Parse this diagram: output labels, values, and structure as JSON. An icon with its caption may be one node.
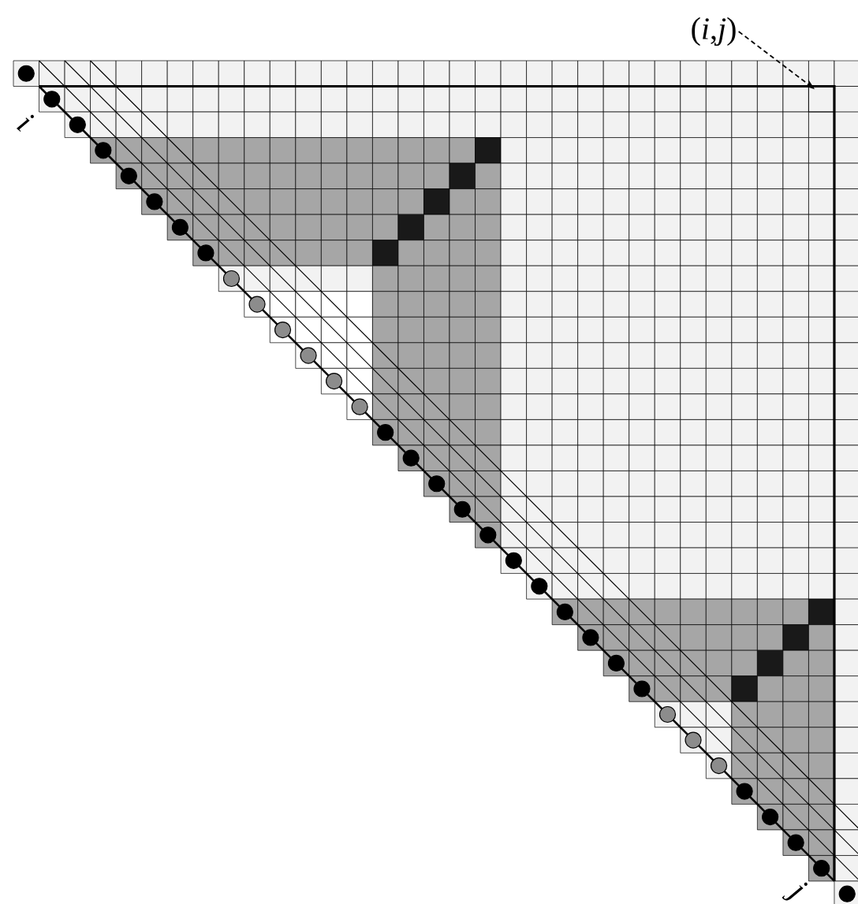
{
  "diagram": {
    "nodes": [
      {
        "text": [
          "(*i*,*j*)"
        ]
      },
      {
        "text": [],
        "shape": "box"
      }
    ],
    "edges": [
      {
        "from": 0,
        "to": 1,
        "arrow": "to",
        "style": "dashed"
      }
    ],
    "labels": [
      "*i*",
      "*j*"
    ]
  }
}
